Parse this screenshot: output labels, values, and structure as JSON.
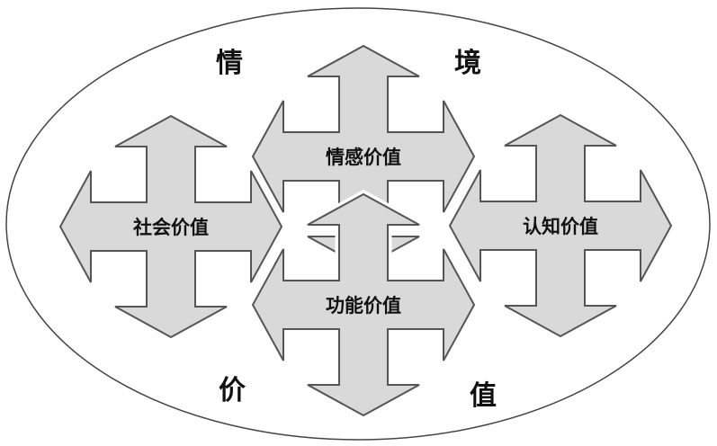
{
  "colors": {
    "arrow_fill": "#d9d9d9",
    "arrow_stroke": "#555555",
    "ellipse_stroke": "#444444"
  },
  "corner_labels": [
    "情",
    "境",
    "价",
    "值"
  ],
  "arrows": [
    {
      "id": "emotional",
      "label": "情感价值"
    },
    {
      "id": "social",
      "label": "社会价值"
    },
    {
      "id": "cognitive",
      "label": "认知价值"
    },
    {
      "id": "functional",
      "label": "功能价值"
    }
  ]
}
